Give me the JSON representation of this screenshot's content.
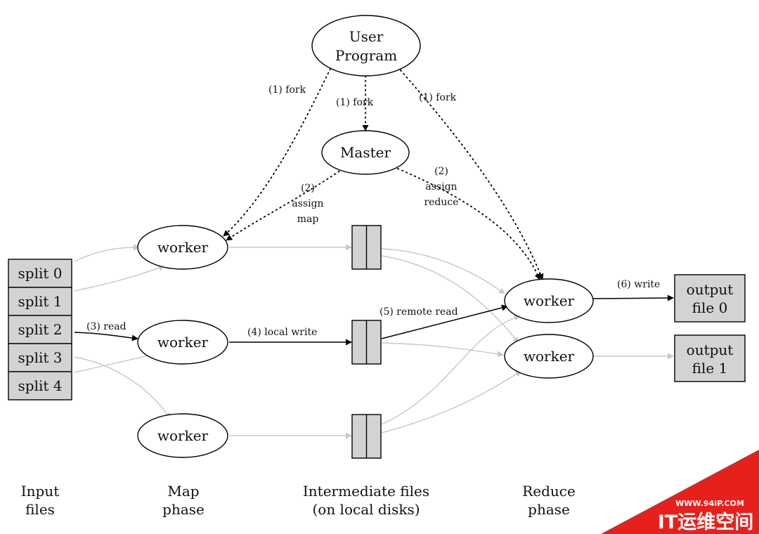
{
  "nodes": {
    "user_program": [
      "User",
      "Program"
    ],
    "master": "Master",
    "worker": "worker",
    "splits": [
      "split 0",
      "split 1",
      "split 2",
      "split 3",
      "split 4"
    ],
    "output0": [
      "output",
      "file 0"
    ],
    "output1": [
      "output",
      "file 1"
    ]
  },
  "edge_labels": {
    "fork_left": "(1) fork",
    "fork_center": "(1) fork",
    "fork_right": "(1) fork",
    "assign_map": [
      "(2)",
      "assign",
      "map"
    ],
    "assign_reduce": [
      "(2)",
      "assign",
      "reduce"
    ],
    "read": "(3) read",
    "local_write": "(4) local write",
    "remote_read": "(5) remote read",
    "write": "(6) write"
  },
  "phases": {
    "input": [
      "Input",
      "files"
    ],
    "map": [
      "Map",
      "phase"
    ],
    "intermediate": [
      "Intermediate files",
      "(on local disks)"
    ],
    "reduce": [
      "Reduce",
      "phase"
    ]
  },
  "watermark": {
    "url": "WWW.94IP.COM",
    "name": "IT运维空间",
    "color": "#e8201c"
  },
  "colors": {
    "box_fill": "#d3d3d3",
    "stroke": "#000000",
    "faint_edge": "#c8c8c8"
  }
}
